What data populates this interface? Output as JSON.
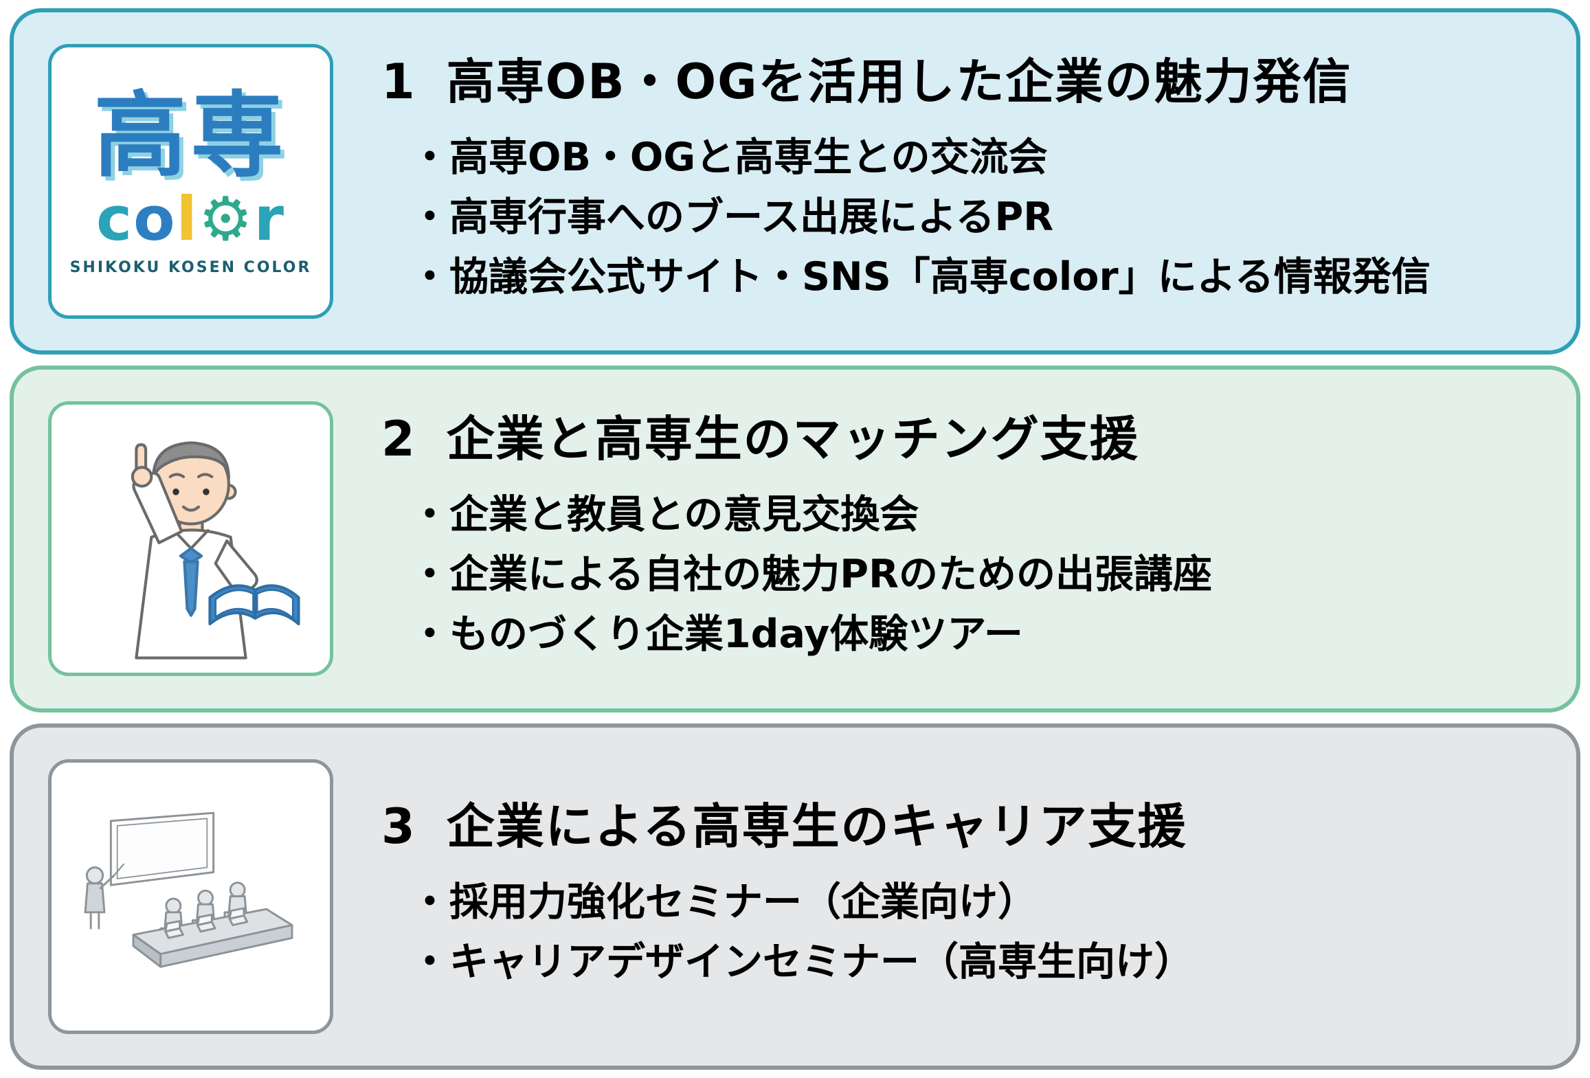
{
  "logo": {
    "kanji": "高専",
    "word_letters": [
      {
        "ch": "c",
        "color": "#2ba3b9"
      },
      {
        "ch": "o",
        "color": "#2e7fc2"
      },
      {
        "ch": "l",
        "color": "#f2c230"
      },
      {
        "ch": "⚙",
        "color": "#2fa98c"
      },
      {
        "ch": "r",
        "color": "#2ba3b9"
      }
    ],
    "caption": "SHIKOKU KOSEN COLOR"
  },
  "sections": [
    {
      "number": "1",
      "title": "高専OB・OGを活用した企業の魅力発信",
      "bullets": [
        "・高専OB・OGと高専生との交流会",
        "・高専行事へのブース出展によるPR",
        "・協議会公式サイト・SNS「高専color」による情報発信"
      ],
      "bg": "#d8edf4",
      "border": "#2f9fb5",
      "icon": "kosen-color-logo"
    },
    {
      "number": "2",
      "title": "企業と高専生のマッチング支援",
      "bullets": [
        "・企業と教員との意見交換会",
        "・企業による自社の魅力PRのための出張講座",
        "・ものづくり企業1day体験ツアー"
      ],
      "bg": "#e3f1ea",
      "border": "#74c29e",
      "icon": "teacher-pointing-illustration"
    },
    {
      "number": "3",
      "title": "企業による高専生のキャリア支援",
      "bullets": [
        "・採用力強化セミナー（企業向け）",
        "・キャリアデザインセミナー（高専生向け）"
      ],
      "bg": "#e5e7e9",
      "border": "#8e959b",
      "icon": "seminar-classroom-illustration"
    }
  ]
}
